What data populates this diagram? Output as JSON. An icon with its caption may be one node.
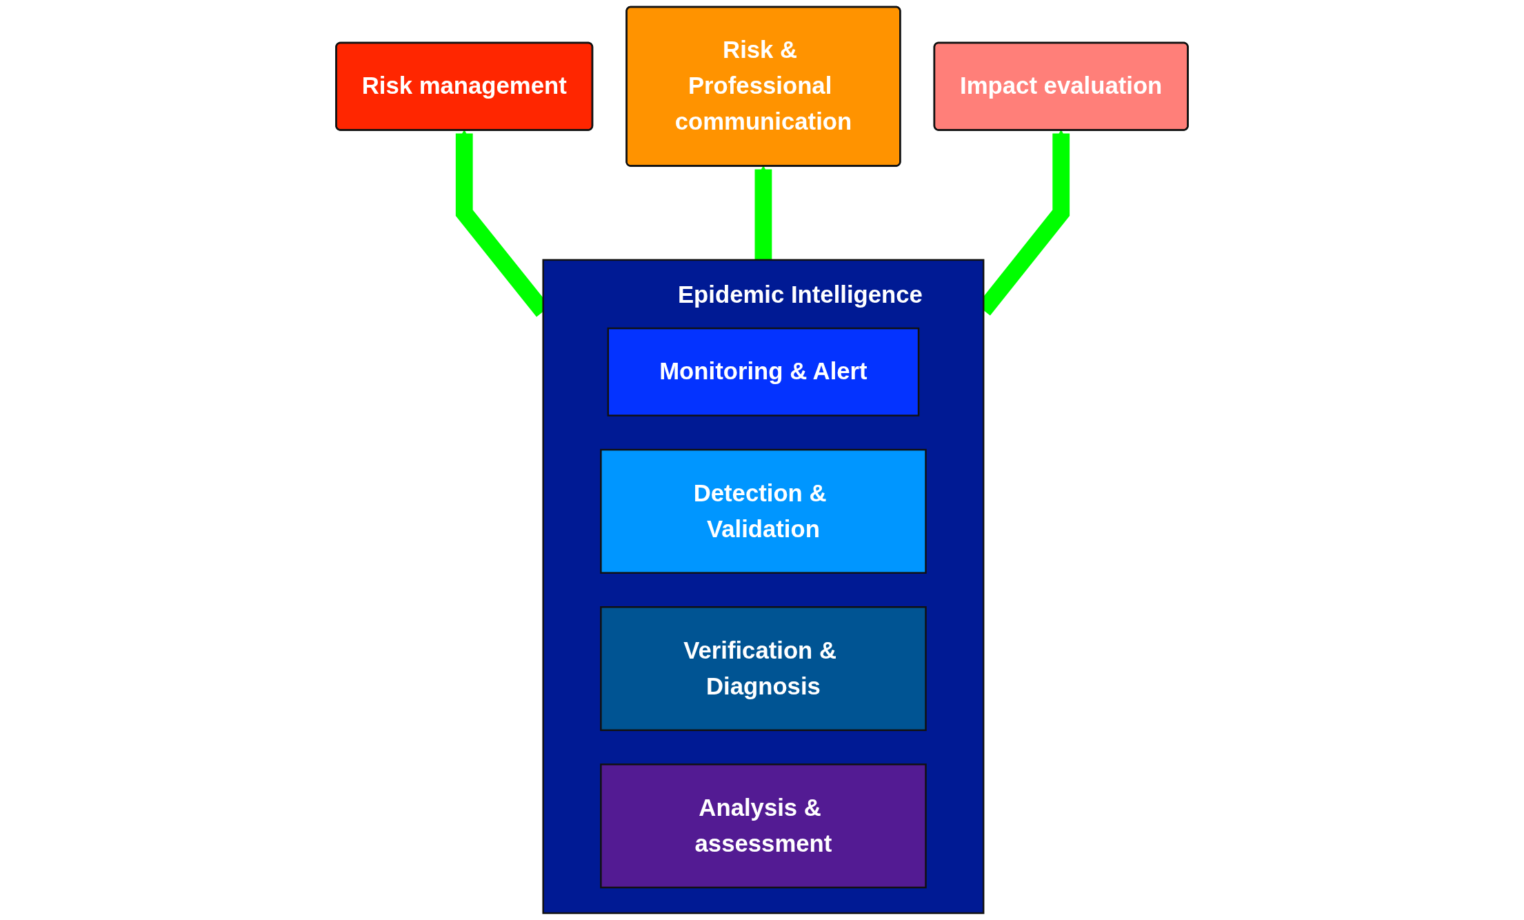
{
  "diagram": {
    "nodes": [
      {
        "text": [
          "Risk management"
        ]
      },
      {
        "text": [
          "Risk & Professional communication"
        ]
      },
      {
        "text": [
          "Impact evaluation"
        ]
      },
      {
        "text": [
          "Epidemic Intelligence"
        ]
      },
      {
        "text": [
          "Monitoring & Alert"
        ],
        "in": 3
      },
      {
        "text": [
          "Detection & Validation"
        ],
        "in": 3
      },
      {
        "text": [
          "Verification & Diagnosis"
        ],
        "in": 3
      },
      {
        "text": [
          "Analysis & assessment"
        ],
        "in": 3
      }
    ],
    "edges": [
      {
        "from": 3,
        "to": 0,
        "arrow": "to"
      },
      {
        "from": 3,
        "to": 1,
        "arrow": "to"
      },
      {
        "from": 3,
        "to": 2,
        "arrow": "to"
      }
    ]
  }
}
